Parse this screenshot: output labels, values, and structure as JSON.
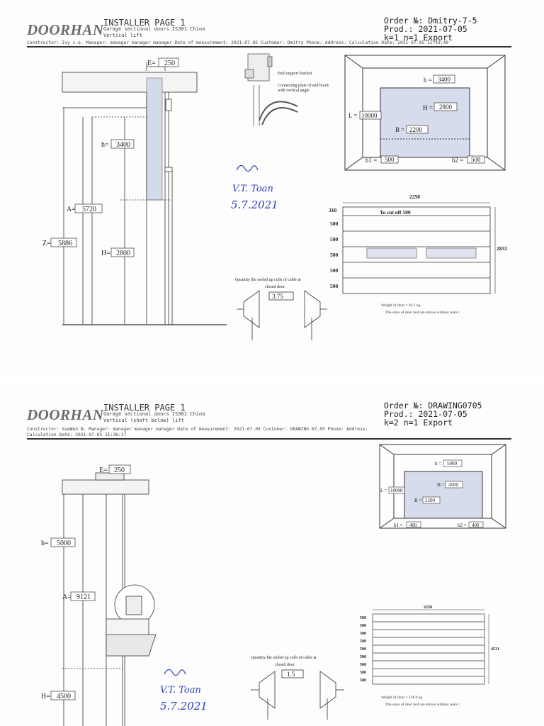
{
  "sheet1": {
    "logo": "DOORHAN",
    "title": "INSTALLER  PAGE 1",
    "sub1": "Garage sectional doors IS301 China",
    "sub2": "Vertical lift",
    "order": "Order №: Dmitry-7-5",
    "prod": "Prod.: 2021-07-05",
    "kn": "k=1   n=1   Export",
    "meta": "Constructor: Ivy v.o. Manager: manager manager manager  Date of measurement: 2021-07-05 Customer: Dmitry Phone:  Address:  Calculation Date: 2021-07-05 11:43:40",
    "side": {
      "E": "250",
      "h": "3400",
      "A": "5720",
      "Z": "5886",
      "H": "2800",
      "E_label": "E=",
      "h_label": "h=",
      "A_label": "A=",
      "Z_label": "Z=",
      "H_label": "H="
    },
    "bracket": {
      "label1": "End support bracket",
      "label2": "Connecting plate of end brack",
      "label3": "with vertical angle"
    },
    "opening": {
      "h": "3400",
      "H": "2800",
      "L": "10000",
      "B": "2200",
      "b1": "500",
      "b2": "500",
      "h_label": "h =",
      "H_label": "H =",
      "L_label": "L =",
      "B_label": "B =",
      "b1_label": "b1 =",
      "b2_label": "b2 ="
    },
    "panels": {
      "width": "2250",
      "height": "2832",
      "rows": [
        "310",
        "500",
        "500",
        "500",
        "500",
        "500"
      ],
      "cut_note": "To cut off 500",
      "weight": "Weight of door = 83.1 kg",
      "note": "The sizes of door leaf are shown without seals !"
    },
    "cable": {
      "title": "Quantity the reeled up coils of cable at",
      "sub": "closed door",
      "value": "3.75"
    },
    "signature": {
      "name": "V.T. Toan",
      "date": "5.7.2021"
    }
  },
  "sheet2": {
    "logo": "DOORHAN",
    "title": "INSTALLER  PAGE 1",
    "sub1": "Garage sectional doors IS301 China",
    "sub2": "Vertical (shaft below) lift",
    "order": "Order №: DRAWING0705",
    "prod": "Prod.: 2021-07-05",
    "kn": "k=2   n=1   Export",
    "meta1": "Constructor: XueWen N. Manager: manager manager manager  Date of measurement: 2021-07-05 Customer: DRAWING 07.05 Phone:  Address:",
    "meta2": "Calculation Date: 2021-07-05 11:36:17",
    "side": {
      "E": "250",
      "h": "5000",
      "A": "9121",
      "H": "4500",
      "E_label": "E=",
      "h_label": "h=",
      "A_label": "A=",
      "H_label": "H="
    },
    "opening": {
      "h": "5000",
      "H": "4500",
      "L": "10000",
      "B": "2200",
      "b1": "400",
      "b2": "400",
      "h_label": "h =",
      "H_label": "H =",
      "L_label": "L =",
      "B_label": "B =",
      "b1_label": "b1 =",
      "b2_label": "b2 ="
    },
    "panels": {
      "width": "2250",
      "height": "4531",
      "rows": [
        "500",
        "500",
        "500",
        "500",
        "500",
        "500",
        "500",
        "500",
        "500"
      ],
      "weight": "Weight of door = 138.6 kg",
      "note": "The sizes of door leaf are shown without seals !"
    },
    "cable": {
      "title": "Quantity the reeled up coils of cable at",
      "sub": "closed door",
      "value": "1.5"
    },
    "signature": {
      "name": "V.T. Toan",
      "date": "5.7.2021"
    }
  }
}
